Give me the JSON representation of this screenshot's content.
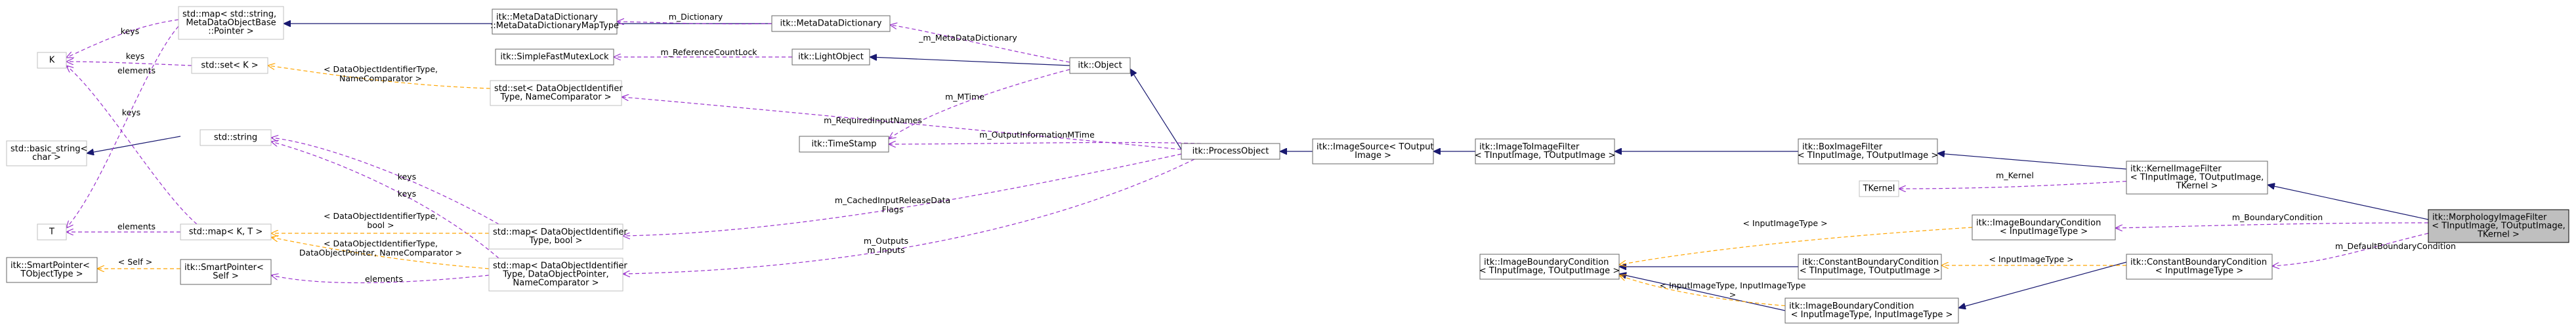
{
  "nodes": {
    "n_K": {
      "lines": [
        "K"
      ],
      "style": "dim"
    },
    "n_T": {
      "lines": [
        "T"
      ],
      "style": "dim"
    },
    "n_basic_string": {
      "lines": [
        "std::basic_string<",
        "char >"
      ],
      "style": "dim"
    },
    "n_smartptr_tobj": {
      "lines": [
        "itk::SmartPointer<",
        "TObjectType >"
      ],
      "style": "solid"
    },
    "n_map_mddbp": {
      "lines": [
        "std::map< std::string,",
        "MetaDataObjectBase",
        "::Pointer >"
      ],
      "style": "dim"
    },
    "n_set_K": {
      "lines": [
        "std::set< K >"
      ],
      "style": "dim"
    },
    "n_string": {
      "lines": [
        "std::string"
      ],
      "style": "dim"
    },
    "n_map_KT": {
      "lines": [
        "std::map< K, T >"
      ],
      "style": "dim"
    },
    "n_smartptr_self": {
      "lines": [
        "itk::SmartPointer<",
        "Self >"
      ],
      "style": "solid"
    },
    "n_mdd_map": {
      "lines": [
        "itk::MetaDataDictionary",
        "::MetaDataDictionaryMapType"
      ],
      "style": "solid"
    },
    "n_mutex": {
      "lines": [
        "itk::SimpleFastMutexLock"
      ],
      "style": "solid"
    },
    "n_set_did": {
      "lines": [
        "std::set< DataObjectIdentifier",
        "Type, NameComparator >"
      ],
      "style": "dim"
    },
    "n_timestamp": {
      "lines": [
        "itk::TimeStamp"
      ],
      "style": "solid"
    },
    "n_map_did_bool": {
      "lines": [
        "std::map< DataObjectIdentifier",
        "Type, bool >"
      ],
      "style": "dim"
    },
    "n_map_did_dop": {
      "lines": [
        "std::map< DataObjectIdentifier",
        "Type, DataObjectPointer,",
        "NameComparator >"
      ],
      "style": "dim"
    },
    "n_mdd": {
      "lines": [
        "itk::MetaDataDictionary"
      ],
      "style": "solid"
    },
    "n_lightobject": {
      "lines": [
        "itk::LightObject"
      ],
      "style": "solid"
    },
    "n_object": {
      "lines": [
        "itk::Object"
      ],
      "style": "solid"
    },
    "n_processobject": {
      "lines": [
        "itk::ProcessObject"
      ],
      "style": "solid"
    },
    "n_imagesource": {
      "lines": [
        "itk::ImageSource< TOutput",
        "Image >"
      ],
      "style": "solid"
    },
    "n_imagetoimage": {
      "lines": [
        "itk::ImageToImageFilter",
        "< TInputImage, TOutputImage >"
      ],
      "style": "solid"
    },
    "n_ibc_tt": {
      "lines": [
        "itk::ImageBoundaryCondition",
        "< TInputImage, TOutputImage >"
      ],
      "style": "solid"
    },
    "n_cbc_tt": {
      "lines": [
        "itk::ConstantBoundaryCondition",
        "< TInputImage, TOutputImage >"
      ],
      "style": "solid"
    },
    "n_ibc_ii": {
      "lines": [
        "itk::ImageBoundaryCondition",
        "< InputImageType, InputImageType >"
      ],
      "style": "solid"
    },
    "n_boximage": {
      "lines": [
        "itk::BoxImageFilter",
        "< TInputImage, TOutputImage >"
      ],
      "style": "solid"
    },
    "n_ibc_i": {
      "lines": [
        "itk::ImageBoundaryCondition",
        "< InputImageType >"
      ],
      "style": "solid"
    },
    "n_tkernel": {
      "lines": [
        "TKernel"
      ],
      "style": "dim"
    },
    "n_kernelimage": {
      "lines": [
        "itk::KernelImageFilter",
        "< TInputImage, TOutputImage,",
        "TKernel >"
      ],
      "style": "solid"
    },
    "n_cbc_i": {
      "lines": [
        "itk::ConstantBoundaryCondition",
        "< InputImageType >"
      ],
      "style": "solid"
    },
    "n_morph": {
      "lines": [
        "itk::MorphologyImageFilter",
        "< TInputImage, TOutputImage,",
        "TKernel >"
      ],
      "style": "focus"
    }
  },
  "edge_labels": {
    "e_keys1": "keys",
    "e_elements1": "elements",
    "e_keys2": "keys",
    "e_keys3": "keys",
    "e_elements2": "elements",
    "e_self": "< Self >",
    "e_elements3": "elements",
    "e_dict": "m_Dictionary",
    "e_metadict": "_m_MetaDataDictionary",
    "e_refcount": "m_ReferenceCountLock",
    "e_tmpl_did_nc": "< DataObjectIdentifierType,\nNameComparator >",
    "e_mtime": "m_MTime",
    "e_keys4": "keys",
    "e_keys5": "keys",
    "e_tmpl_did_bool": "< DataObjectIdentifierType,\nbool >",
    "e_tmpl_did_dop": "< DataObjectIdentifierType,\nDataObjectPointer, NameComparator >",
    "e_req": "m_RequiredInputNames",
    "e_outinfo": "m_OutputInformationMTime",
    "e_cached": "m_CachedInputReleaseData\nFlags",
    "e_outputs": "m_Outputs\nm_Inputs",
    "e_kernel": "m_Kernel",
    "e_input_ibc": "< InputImageType >",
    "e_input_cbc": "< InputImageType >",
    "e_ii": "< InputImageType, InputImageType\n>",
    "e_boundary": "m_BoundaryCondition",
    "e_default": "m_DefaultBoundaryCondition"
  }
}
